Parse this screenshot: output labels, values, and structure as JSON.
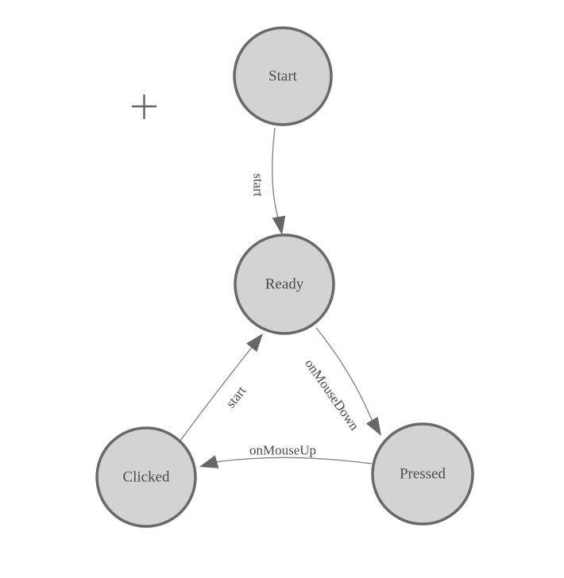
{
  "canvas": {
    "background": "#ffffff",
    "cursor_marker": "plus-icon"
  },
  "diagram": {
    "kind": "state-machine",
    "colors": {
      "node_fill": "#d3d3d3",
      "node_stroke": "#696969",
      "edge_stroke": "#7d7d7d",
      "arrow_fill": "#666666",
      "label_text": "#4a4a4a"
    },
    "nodes": [
      {
        "id": "start",
        "label": "Start"
      },
      {
        "id": "ready",
        "label": "Ready"
      },
      {
        "id": "clicked",
        "label": "Clicked"
      },
      {
        "id": "pressed",
        "label": "Pressed"
      }
    ],
    "edges": [
      {
        "from": "start",
        "to": "ready",
        "label": "start"
      },
      {
        "from": "clicked",
        "to": "ready",
        "label": "start"
      },
      {
        "from": "ready",
        "to": "pressed",
        "label": "onMouseDown"
      },
      {
        "from": "pressed",
        "to": "clicked",
        "label": "onMouseUp"
      }
    ]
  }
}
